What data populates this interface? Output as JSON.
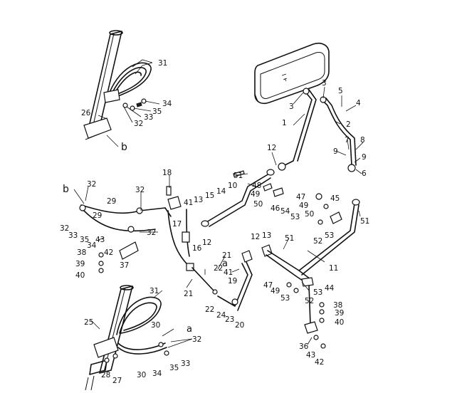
{
  "callouts": [
    {
      "id": "31a",
      "text": "31"
    },
    {
      "id": "34a",
      "text": "34"
    },
    {
      "id": "35a",
      "text": "35"
    },
    {
      "id": "33a",
      "text": "33"
    },
    {
      "id": "32a",
      "text": "32"
    },
    {
      "id": "26",
      "text": "26"
    },
    {
      "id": "b1",
      "text": "b"
    },
    {
      "id": "3a",
      "text": "3"
    },
    {
      "id": "3b",
      "text": "3"
    },
    {
      "id": "5",
      "text": "5"
    },
    {
      "id": "4",
      "text": "4"
    },
    {
      "id": "1",
      "text": "1"
    },
    {
      "id": "2",
      "text": "2"
    },
    {
      "id": "7",
      "text": "7"
    },
    {
      "id": "8",
      "text": "8"
    },
    {
      "id": "9a",
      "text": "9"
    },
    {
      "id": "9b",
      "text": "9"
    },
    {
      "id": "6",
      "text": "6"
    },
    {
      "id": "12a",
      "text": "12"
    },
    {
      "id": "18",
      "text": "18"
    },
    {
      "id": "51a",
      "text": "51"
    },
    {
      "id": "10",
      "text": "10"
    },
    {
      "id": "48",
      "text": "48"
    },
    {
      "id": "49a",
      "text": "49"
    },
    {
      "id": "50a",
      "text": "50"
    },
    {
      "id": "46",
      "text": "46"
    },
    {
      "id": "54",
      "text": "54"
    },
    {
      "id": "53a",
      "text": "53"
    },
    {
      "id": "47a",
      "text": "47"
    },
    {
      "id": "49b",
      "text": "49"
    },
    {
      "id": "50b",
      "text": "50"
    },
    {
      "id": "45",
      "text": "45"
    },
    {
      "id": "51b",
      "text": "51"
    },
    {
      "id": "53b",
      "text": "53"
    },
    {
      "id": "52a",
      "text": "52"
    },
    {
      "id": "b2",
      "text": "b"
    },
    {
      "id": "32b",
      "text": "32"
    },
    {
      "id": "29a",
      "text": "29"
    },
    {
      "id": "32c",
      "text": "32"
    },
    {
      "id": "13a",
      "text": "13"
    },
    {
      "id": "15",
      "text": "15"
    },
    {
      "id": "14",
      "text": "14"
    },
    {
      "id": "41a",
      "text": "41"
    },
    {
      "id": "29b",
      "text": "29"
    },
    {
      "id": "32d",
      "text": "32"
    },
    {
      "id": "33b",
      "text": "33"
    },
    {
      "id": "35b",
      "text": "35"
    },
    {
      "id": "34b",
      "text": "34"
    },
    {
      "id": "43a",
      "text": "43"
    },
    {
      "id": "32e",
      "text": "32"
    },
    {
      "id": "17",
      "text": "17"
    },
    {
      "id": "12b",
      "text": "12"
    },
    {
      "id": "16",
      "text": "16"
    },
    {
      "id": "38a",
      "text": "38"
    },
    {
      "id": "42a",
      "text": "42"
    },
    {
      "id": "39a",
      "text": "39"
    },
    {
      "id": "40a",
      "text": "40"
    },
    {
      "id": "37",
      "text": "37"
    },
    {
      "id": "12c",
      "text": "12"
    },
    {
      "id": "13b",
      "text": "13"
    },
    {
      "id": "51c",
      "text": "51"
    },
    {
      "id": "21a",
      "text": "21"
    },
    {
      "id": "a1",
      "text": "a"
    },
    {
      "id": "22a",
      "text": "22"
    },
    {
      "id": "41b",
      "text": "41"
    },
    {
      "id": "19",
      "text": "19"
    },
    {
      "id": "21b",
      "text": "21"
    },
    {
      "id": "11",
      "text": "11"
    },
    {
      "id": "47b",
      "text": "47"
    },
    {
      "id": "49c",
      "text": "49"
    },
    {
      "id": "44",
      "text": "44"
    },
    {
      "id": "53c",
      "text": "53"
    },
    {
      "id": "53d",
      "text": "53"
    },
    {
      "id": "52b",
      "text": "52"
    },
    {
      "id": "31b",
      "text": "31"
    },
    {
      "id": "22b",
      "text": "22"
    },
    {
      "id": "24",
      "text": "24"
    },
    {
      "id": "23",
      "text": "23"
    },
    {
      "id": "20",
      "text": "20"
    },
    {
      "id": "38b",
      "text": "38"
    },
    {
      "id": "39b",
      "text": "39"
    },
    {
      "id": "40b",
      "text": "40"
    },
    {
      "id": "25",
      "text": "25"
    },
    {
      "id": "30a",
      "text": "30"
    },
    {
      "id": "a2",
      "text": "a"
    },
    {
      "id": "32f",
      "text": "32"
    },
    {
      "id": "33c",
      "text": "33"
    },
    {
      "id": "35c",
      "text": "35"
    },
    {
      "id": "36",
      "text": "36"
    },
    {
      "id": "43b",
      "text": "43"
    },
    {
      "id": "42b",
      "text": "42"
    },
    {
      "id": "28",
      "text": "28"
    },
    {
      "id": "27",
      "text": "27"
    },
    {
      "id": "30b",
      "text": "30"
    },
    {
      "id": "34c",
      "text": "34"
    }
  ]
}
